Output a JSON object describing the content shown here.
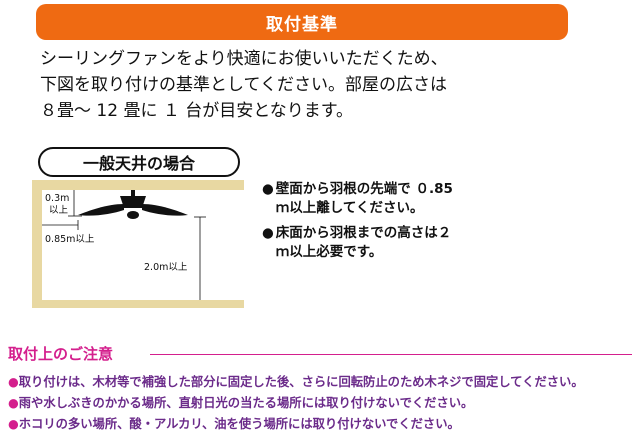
{
  "header": {
    "title": "取付基準"
  },
  "intro": "シーリングファンをより快適にお使いいただくため、下図を取り付けの基準としてください。部屋の広さは８畳〜 12 畳に １ 台が目安となります。",
  "section": {
    "title": "一般天井の場合"
  },
  "diagram": {
    "label_top_line1": "0.3m",
    "label_top_line2": "以上",
    "label_side": "0.85m以上",
    "label_height": "2.0m以上"
  },
  "notes": [
    {
      "bullet": "●",
      "text": "壁面から羽根の先端で ０.85ｍ以上離してください。"
    },
    {
      "bullet": "●",
      "text": "床面から羽根までの高さは２ｍ以上必要です。"
    }
  ],
  "caution": {
    "title": "取付上のご注意",
    "items": [
      {
        "bullet": "●",
        "text": "取り付けは、木材等で補強した部分に固定した後、さらに回転防止のため木ネジで固定してください。"
      },
      {
        "bullet": "●",
        "text": "雨や水しぶきのかかる場所、直射日光の当たる場所には取り付けないでください。"
      },
      {
        "bullet": "●",
        "text": "ホコリの多い場所、酸・アルカリ、油を使う場所には取り付けないでください。"
      }
    ]
  },
  "colors": {
    "header": "#ef6a12",
    "room": "#e8d8a2",
    "caution": "#d41f8d"
  }
}
